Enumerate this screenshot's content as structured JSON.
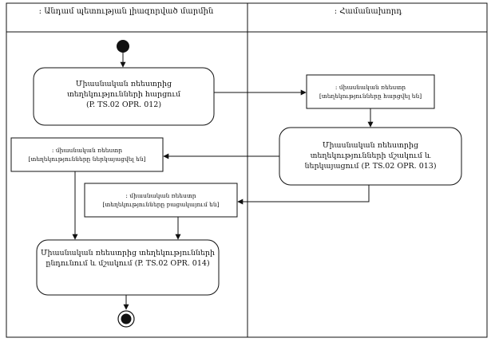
{
  "lanes": {
    "left": ": Անդամ պետության լիազորված մարմին",
    "right": ": Համանախորդ"
  },
  "activities": {
    "request": [
      "Միասնական ռեեստրից",
      "տեղեկությունների հարցում",
      "(P. TS.02 OPR. 012)"
    ],
    "receive": [
      "Միասնական ռեեստրից",
      "տեղեկությունների մշակում և",
      "ներկայացում (P. TS.02 OPR. 013)"
    ],
    "final": [
      "Միասնական ռեեստրից տեղեկությունների",
      "ընդունում և մշակում (P. TS.02 OPR. 014)"
    ]
  },
  "objects": {
    "requested": [
      ": միասնական ռեեստր",
      "[տեղեկությունները հարցվել են]"
    ],
    "provided": [
      ": միասնական ռեեստր",
      "[տեղեկությունները ներկայացվել են]"
    ],
    "missing": [
      ": միասնական ռեեստր",
      "[տեղեկությունները բացակայում են]"
    ]
  }
}
